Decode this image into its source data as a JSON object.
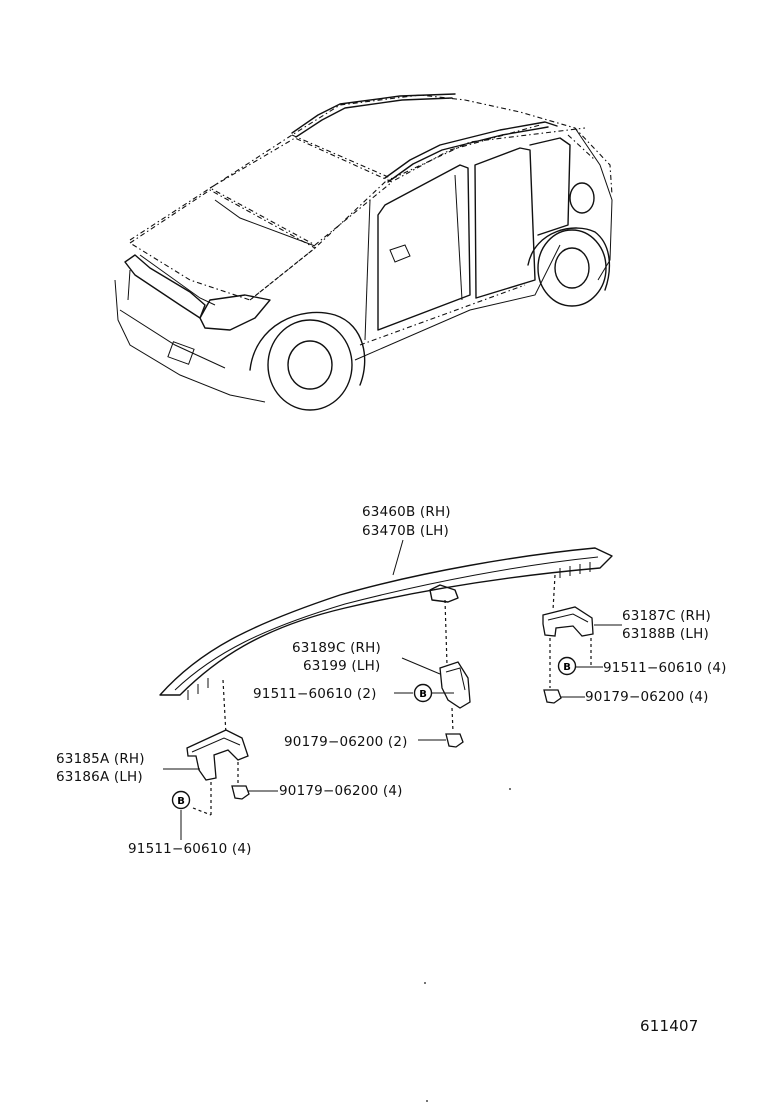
{
  "labels": {
    "rail_rh": "63460B (RH)",
    "rail_lh": "63470B (LH)",
    "rear_bracket_rh": "63187C (RH)",
    "rear_bracket_lh": "63188B (LH)",
    "rear_screw": "91511−60610 (4)",
    "rear_nut": "90179−06200 (4)",
    "center_bracket_rh": "63189C (RH)",
    "center_bracket_lh": "63199 (LH)",
    "center_screw": "91511−60610 (2)",
    "center_nut": "90179−06200 (2)",
    "front_bracket_rh": "63185A (RH)",
    "front_bracket_lh": "63186A (LH)",
    "front_nut": "90179−06200 (4)",
    "front_screw": "91511−60610 (4)",
    "figure_number": "611407"
  },
  "badges": {
    "center": "B",
    "rear": "B",
    "front": "B"
  }
}
